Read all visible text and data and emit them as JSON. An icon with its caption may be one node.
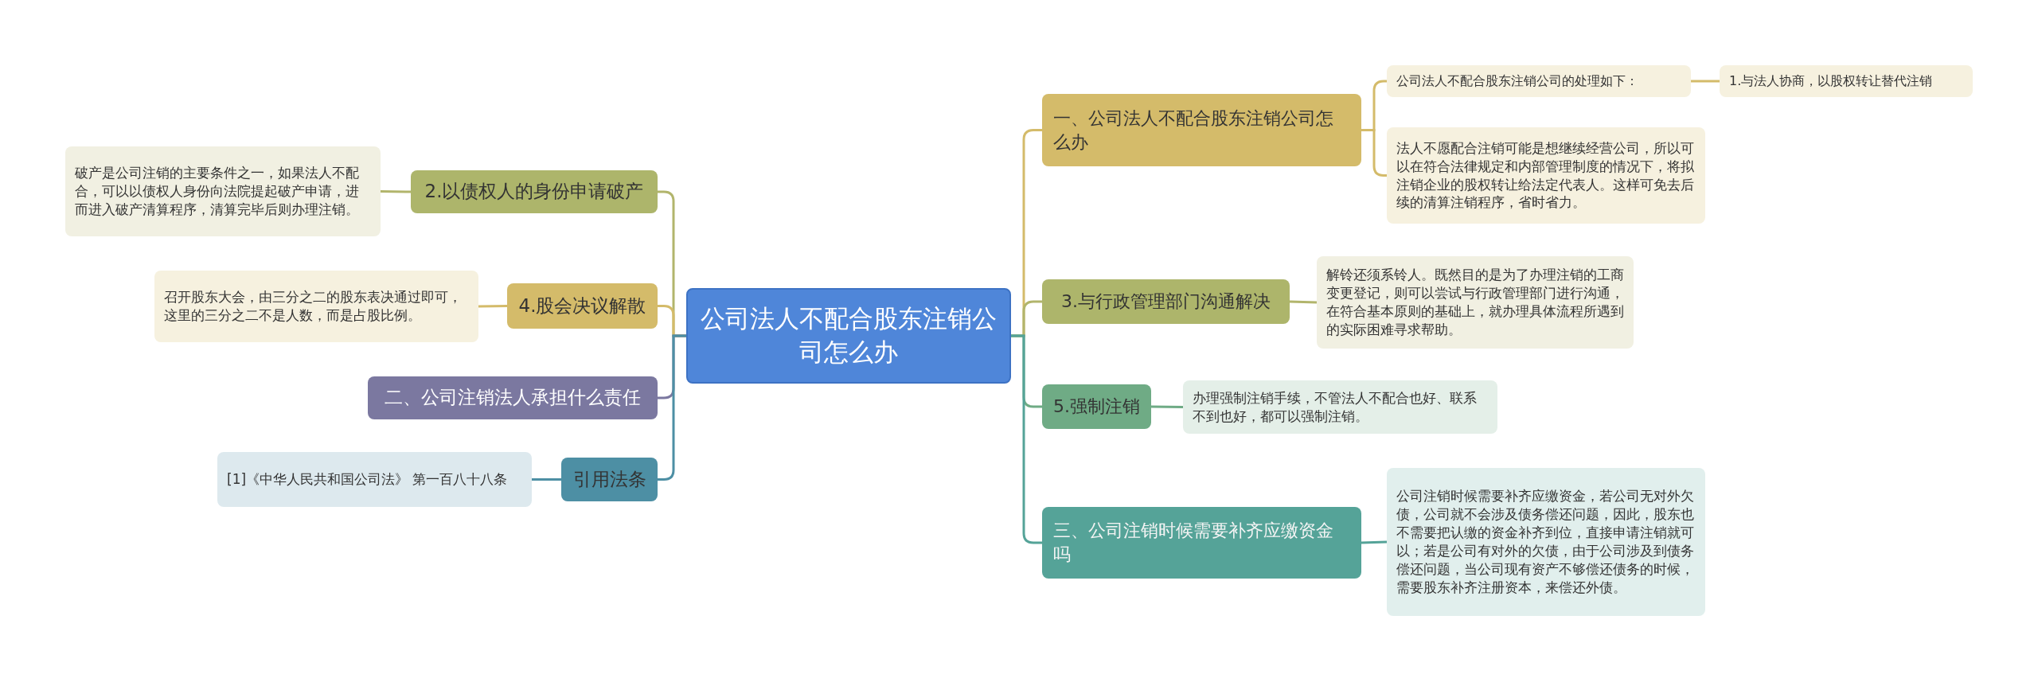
{
  "diagram": {
    "nodes": [
      {
        "text": [
          "公司法人不配合股东注销公司怎么办"
        ]
      },
      {
        "text": [
          "一、公司法人不配合股东注销公司怎么办"
        ]
      },
      {
        "text": [
          "公司法人不配合股东注销公司的处理如下："
        ]
      },
      {
        "text": [
          "1.与法人协商，以股权转让替代注销"
        ]
      },
      {
        "text": [
          "法人不愿配合注销可能是想继续经营公司，所以可以在符合法律规定和内部管理制度的情况下，将拟注销企业的股权转让给法定代表人。这样可免去后续的清算注销程序，省时省力。"
        ]
      },
      {
        "text": [
          "2.以债权人的身份申请破产"
        ]
      },
      {
        "text": [
          "破产是公司注销的主要条件之一，如果法人不配合，可以以债权人身份向法院提起破产申请，进而进入破产清算程序，清算完毕后则办理注销。"
        ]
      },
      {
        "text": [
          "3.与行政管理部门沟通解决"
        ]
      },
      {
        "text": [
          "解铃还须系铃人。既然目的是为了办理注销的工商变更登记，则可以尝试与行政管理部门进行沟通，在符合基本原则的基础上，就办理具体流程所遇到的实际困难寻求帮助。"
        ]
      },
      {
        "text": [
          "4.股会决议解散"
        ]
      },
      {
        "text": [
          "召开股东大会，由三分之二的股东表决通过即可，这里的三分之二不是人数，而是占股比例。"
        ]
      },
      {
        "text": [
          "5.强制注销"
        ]
      },
      {
        "text": [
          "办理强制注销手续，不管法人不配合也好、联系不到也好，都可以强制注销。"
        ]
      },
      {
        "text": [
          "二、公司注销法人承担什么责任"
        ]
      },
      {
        "text": [
          "三、公司注销时候需要补齐应缴资金吗"
        ]
      },
      {
        "text": [
          "公司注销时候需要补齐应缴资金，若公司无对外欠债，公司就不会涉及债务偿还问题，因此，股东也不需要把认缴的资金补齐到位，直接申请注销就可以；若是公司有对外的欠债，由于公司涉及到债务偿还问题，当公司现有资产不够偿还债务的时候，需要股东补齐注册资本，来偿还外债。"
        ]
      },
      {
        "text": [
          "引用法条"
        ]
      },
      {
        "text": [
          "[1]《中华人民共和国公司法》 第一百八十八条"
        ]
      }
    ],
    "edges": [
      {
        "from": 0,
        "to": 1,
        "arrow": "none"
      },
      {
        "from": 1,
        "to": 2,
        "arrow": "none"
      },
      {
        "from": 2,
        "to": 3,
        "arrow": "none"
      },
      {
        "from": 1,
        "to": 4,
        "arrow": "none"
      },
      {
        "from": 0,
        "to": 5,
        "arrow": "none",
        "color": "#b2b56c"
      },
      {
        "from": 5,
        "to": 6,
        "arrow": "none",
        "color": "#b2b56c"
      },
      {
        "from": 0,
        "to": 7,
        "arrow": "none",
        "color": "#b2b56c"
      },
      {
        "from": 7,
        "to": 8,
        "arrow": "none",
        "color": "#b2b56c"
      },
      {
        "from": 0,
        "to": 9,
        "arrow": "none"
      },
      {
        "from": 9,
        "to": 10,
        "arrow": "none"
      },
      {
        "from": 0,
        "to": 11,
        "arrow": "none",
        "color": "#6fab85"
      },
      {
        "from": 11,
        "to": 12,
        "arrow": "none",
        "color": "#6fab85"
      },
      {
        "from": 0,
        "to": 13,
        "arrow": "none",
        "color": "#7b78a0"
      },
      {
        "from": 0,
        "to": 14,
        "arrow": "none",
        "color": "#55a398"
      },
      {
        "from": 14,
        "to": 15,
        "arrow": "none",
        "color": "#55a398"
      },
      {
        "from": 0,
        "to": 16,
        "arrow": "none",
        "color": "#4d8fa4"
      },
      {
        "from": 16,
        "to": 17,
        "arrow": "none",
        "color": "#4d8fa4"
      }
    ]
  }
}
